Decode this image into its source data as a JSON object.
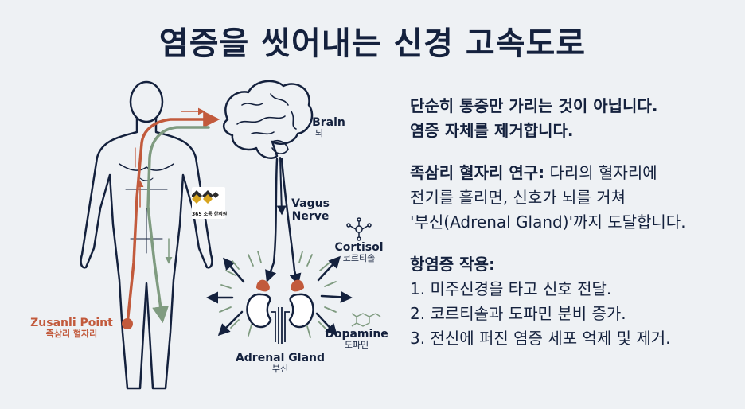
{
  "title": "염증을 씻어내는 신경 고속도로",
  "labels": {
    "brain_en": "Brain",
    "brain_ko": "뇌",
    "vagus_line1": "Vagus",
    "vagus_line2": "Nerve",
    "cortisol_en": "Cortisol",
    "cortisol_ko": "코르티솔",
    "dopamine_en": "Dopamine",
    "dopamine_ko": "도파민",
    "adrenal_en": "Adrenal Gland",
    "adrenal_ko": "부신",
    "zusanli_en": "Zusanli Point",
    "zusanli_ko": "족삼리 혈자리",
    "clinic": "365 소통 한의원"
  },
  "text": {
    "intro_line1": "단순히 통증만 가리는 것이 아닙니다.",
    "intro_line2": "염증 자체를 제거합니다.",
    "research_title": "족삼리 혈자리 연구:",
    "research_line1": " 다리의 혈자리에",
    "research_line2": "전기를 흘리면, 신호가 뇌를 거쳐",
    "research_line3": "'부신(Adrenal Gland)'까지 도달합니다.",
    "effect_title": "항염증 작용:",
    "effects": [
      "1. 미주신경을 타고 신호 전달.",
      "2. 코르티솔과 도파민 분비 증가.",
      "3. 전신에 퍼진 염증 세포 억제 및 제거."
    ]
  },
  "colors": {
    "navy": "#14213d",
    "signal_red": "#c25a3c",
    "return_green": "#7f9b80",
    "background": "#eef1f4"
  },
  "icons": [
    "human-body-icon",
    "brain-icon",
    "kidney-icon",
    "molecule-icon",
    "clinic-logo-icon"
  ]
}
